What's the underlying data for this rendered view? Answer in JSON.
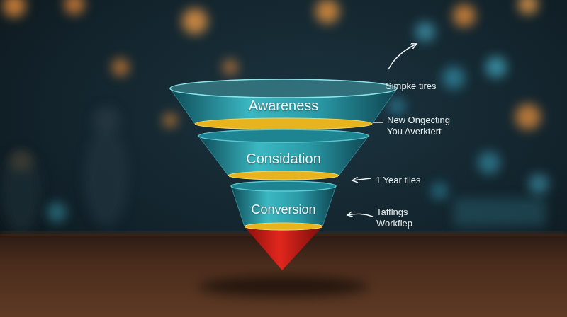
{
  "diagram": {
    "nodes": [
      {
        "text": [
          "Awareness"
        ]
      },
      {
        "text": [
          "Considation"
        ]
      },
      {
        "text": [
          "Conversion"
        ]
      }
    ],
    "labels": [
      "Simpke tires",
      "New Ongecting You Averktert",
      "1 Year tiles",
      "Tafflngs Workflep"
    ]
  }
}
